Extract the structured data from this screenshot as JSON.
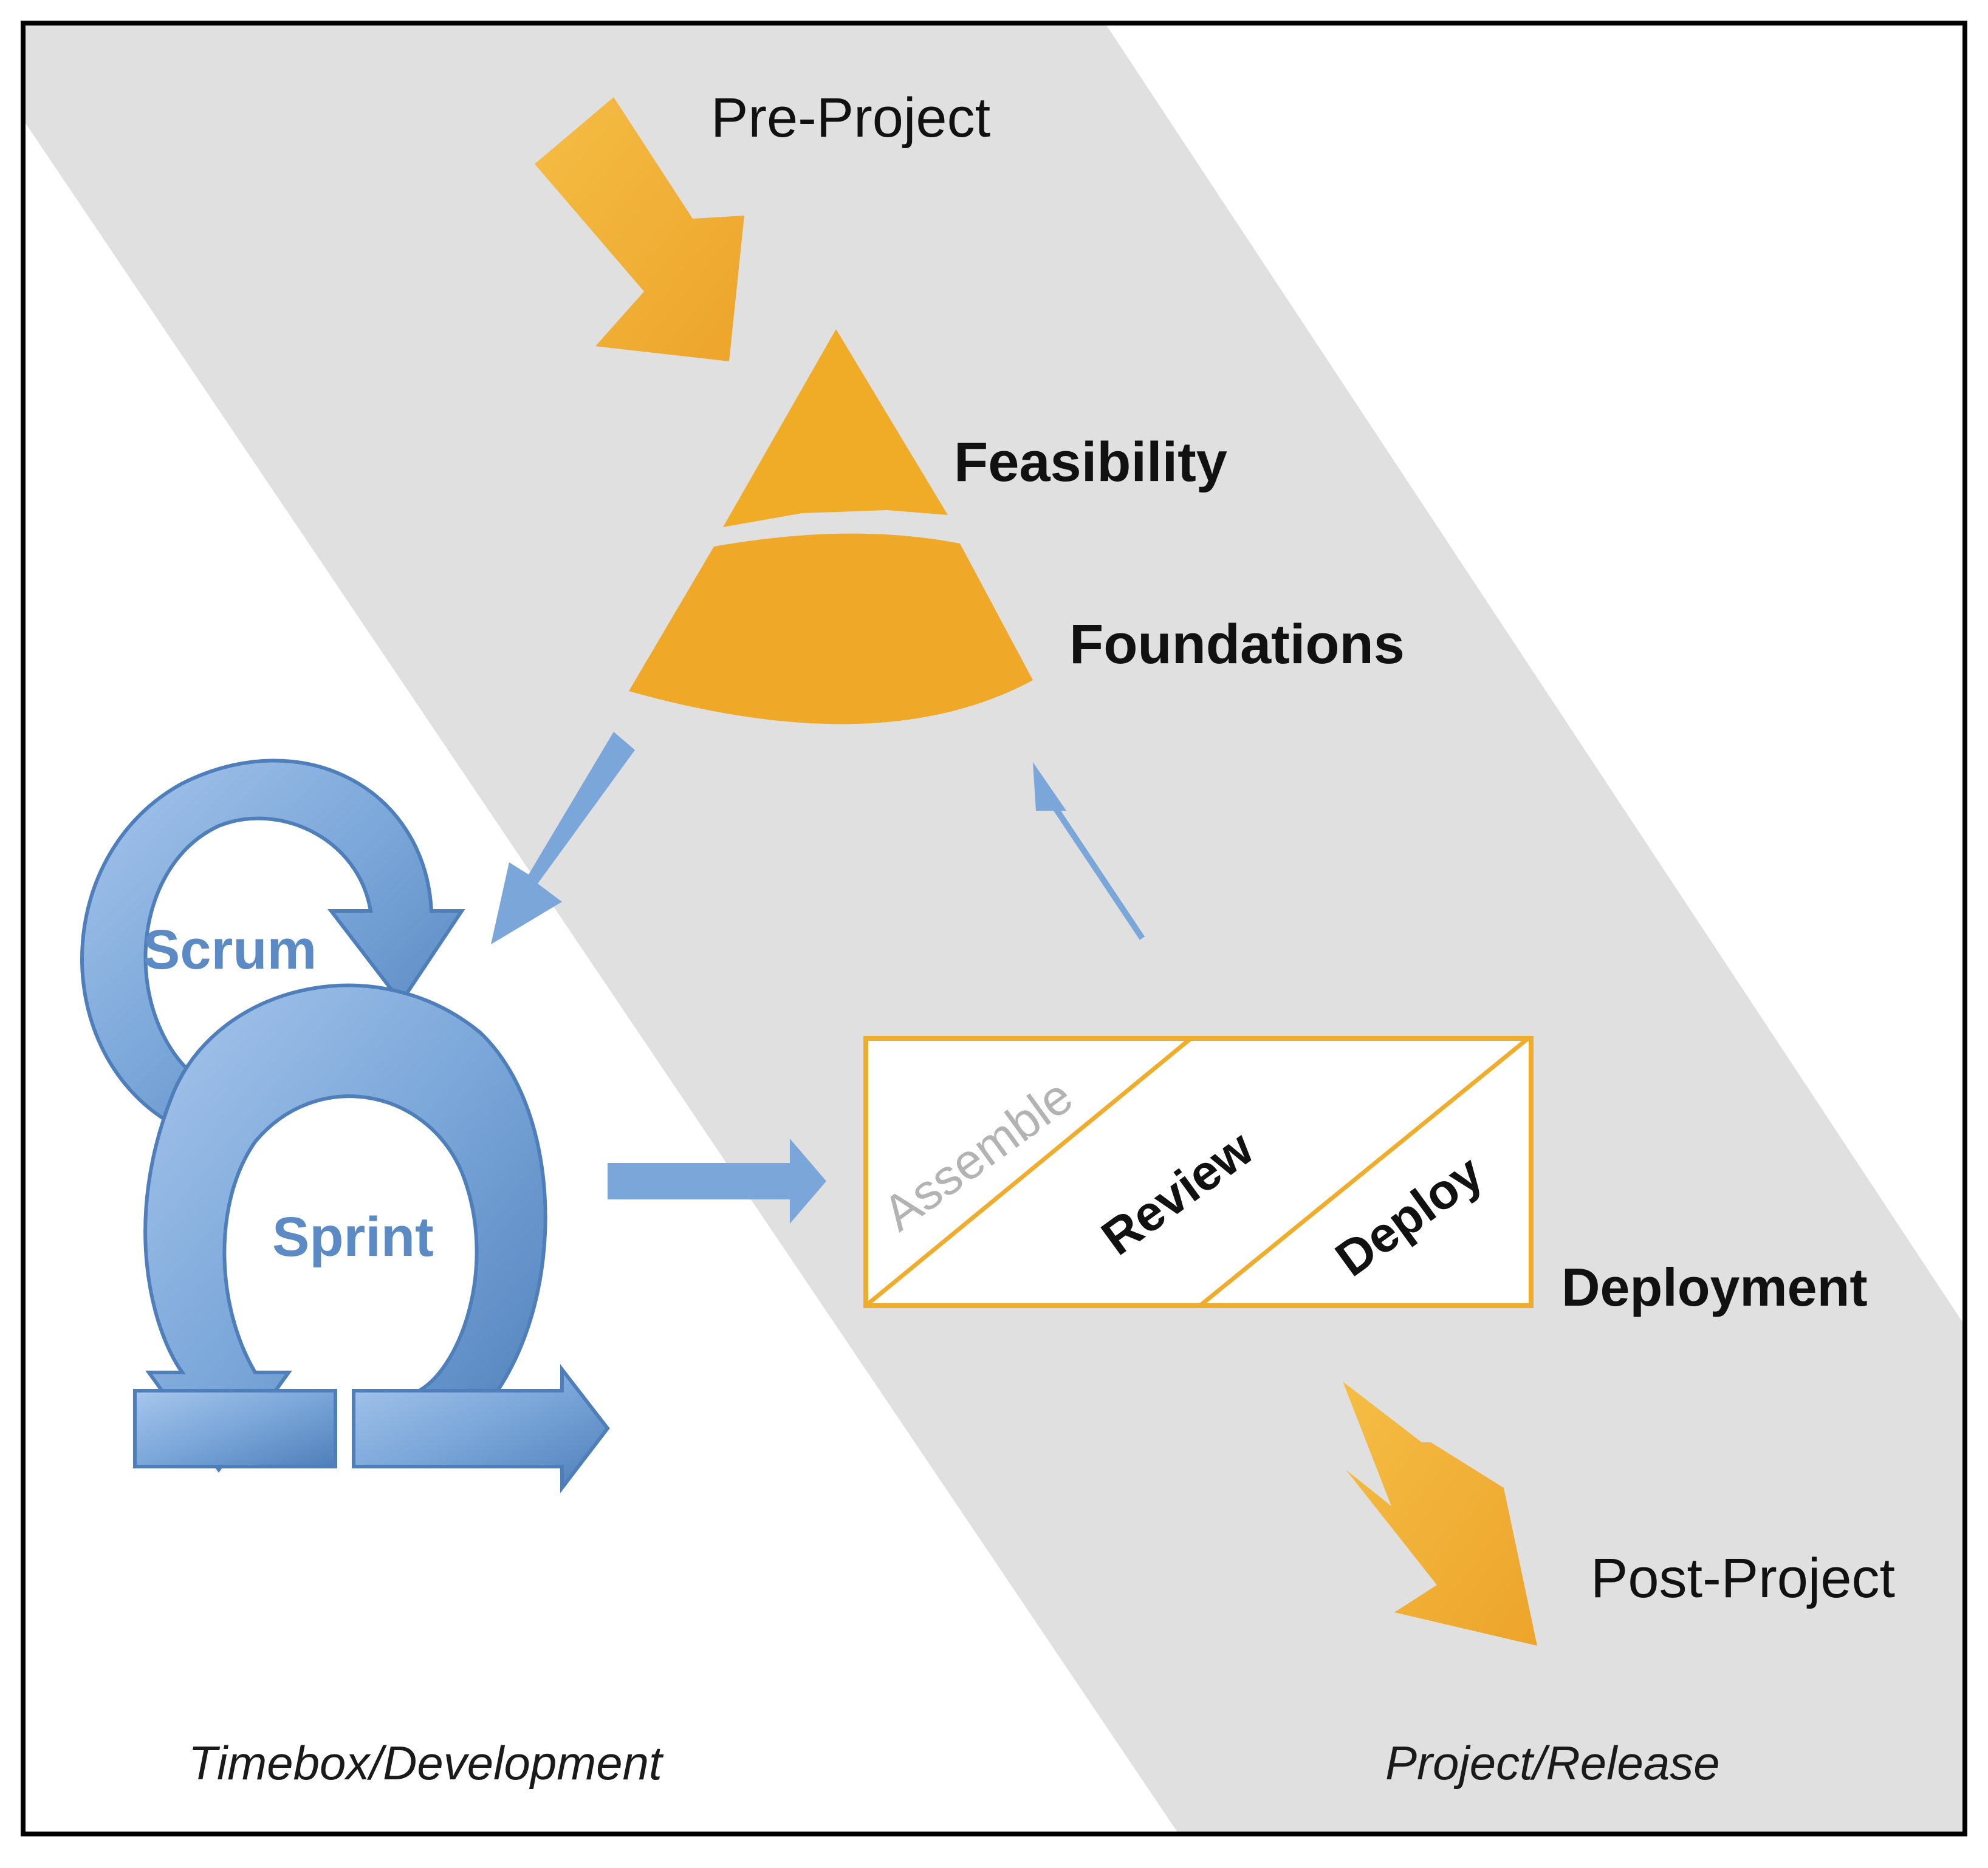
{
  "diagram": {
    "phases": {
      "pre_project": "Pre-Project",
      "feasibility": "Feasibility",
      "foundations": "Foundations",
      "deployment": "Deployment",
      "post_project": "Post-Project"
    },
    "iteration": {
      "scrum": "Scrum",
      "sprint": "Sprint"
    },
    "deployment_steps": {
      "assemble": "Assemble",
      "review": "Review",
      "deploy": "Deploy"
    },
    "zones": {
      "timebox": "Timebox/Development",
      "project": "Project/Release"
    }
  },
  "colors": {
    "band": "#e0e0e0",
    "accent_orange": "#f0ad2b",
    "accent_blue": "#7aa6d9",
    "frame": "#000000"
  }
}
